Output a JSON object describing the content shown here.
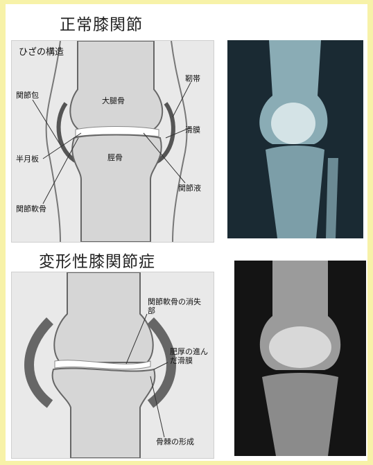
{
  "normal": {
    "title": "正常膝関節",
    "section_label": "ひざの構造",
    "labels": {
      "capsule": "関節包",
      "femur": "大腿骨",
      "ligament": "靭帯",
      "synovium": "滑膜",
      "meniscus": "半月板",
      "tibia": "脛骨",
      "synovial_fluid": "関節液",
      "cartilage": "関節軟骨"
    }
  },
  "oa": {
    "title": "変形性膝関節症",
    "labels": {
      "cartilage_loss": "関節軟骨の消失部",
      "thick_synovium": "肥厚の進んだ滑膜",
      "osteophyte": "骨棘の形成"
    }
  }
}
